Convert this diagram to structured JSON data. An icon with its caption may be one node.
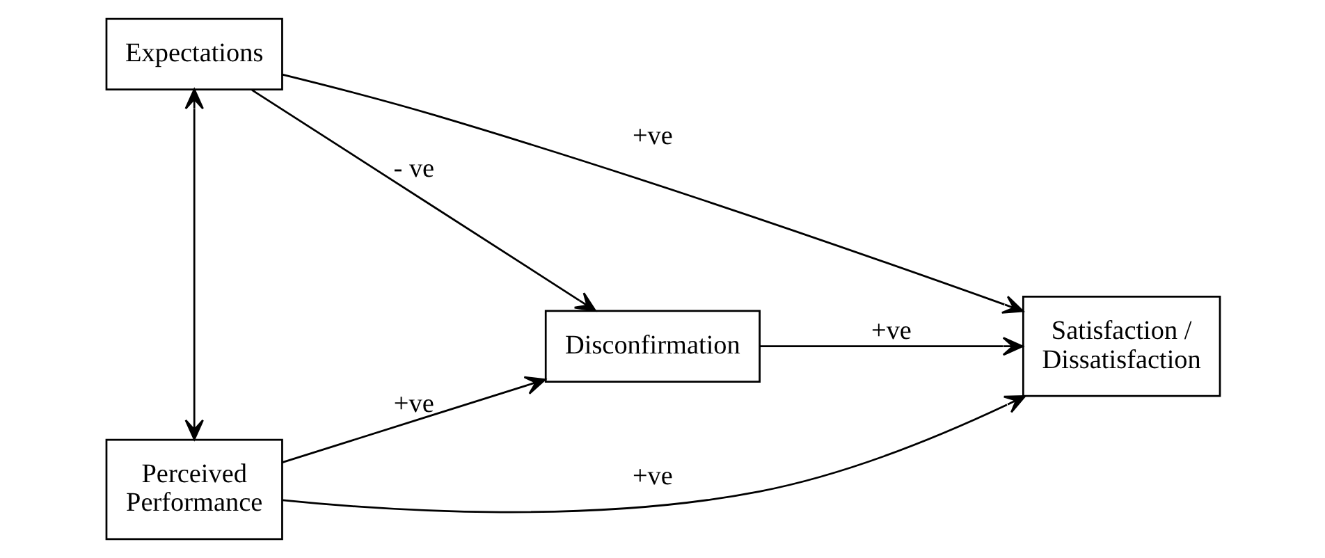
{
  "diagram": {
    "nodes": [
      {
        "text": [
          "Expectations"
        ]
      },
      {
        "text": [
          "Disconfirmation"
        ]
      },
      {
        "text": [
          "Satisfaction / Dissatisfaction"
        ]
      },
      {
        "text": [
          "Perceived Performance"
        ]
      }
    ],
    "edges": [
      {
        "from": 0,
        "to": 2,
        "arrow": "to",
        "label": "+ve"
      },
      {
        "from": 0,
        "to": 1,
        "arrow": "to",
        "label": "- ve"
      },
      {
        "from": 1,
        "to": 2,
        "arrow": "to",
        "label": "+ve"
      },
      {
        "from": 3,
        "to": 1,
        "arrow": "to",
        "label": "+ve"
      },
      {
        "from": 3,
        "to": 2,
        "arrow": "to",
        "label": "+ve"
      },
      {
        "from": 0,
        "to": 3,
        "arrow": "both"
      }
    ]
  }
}
